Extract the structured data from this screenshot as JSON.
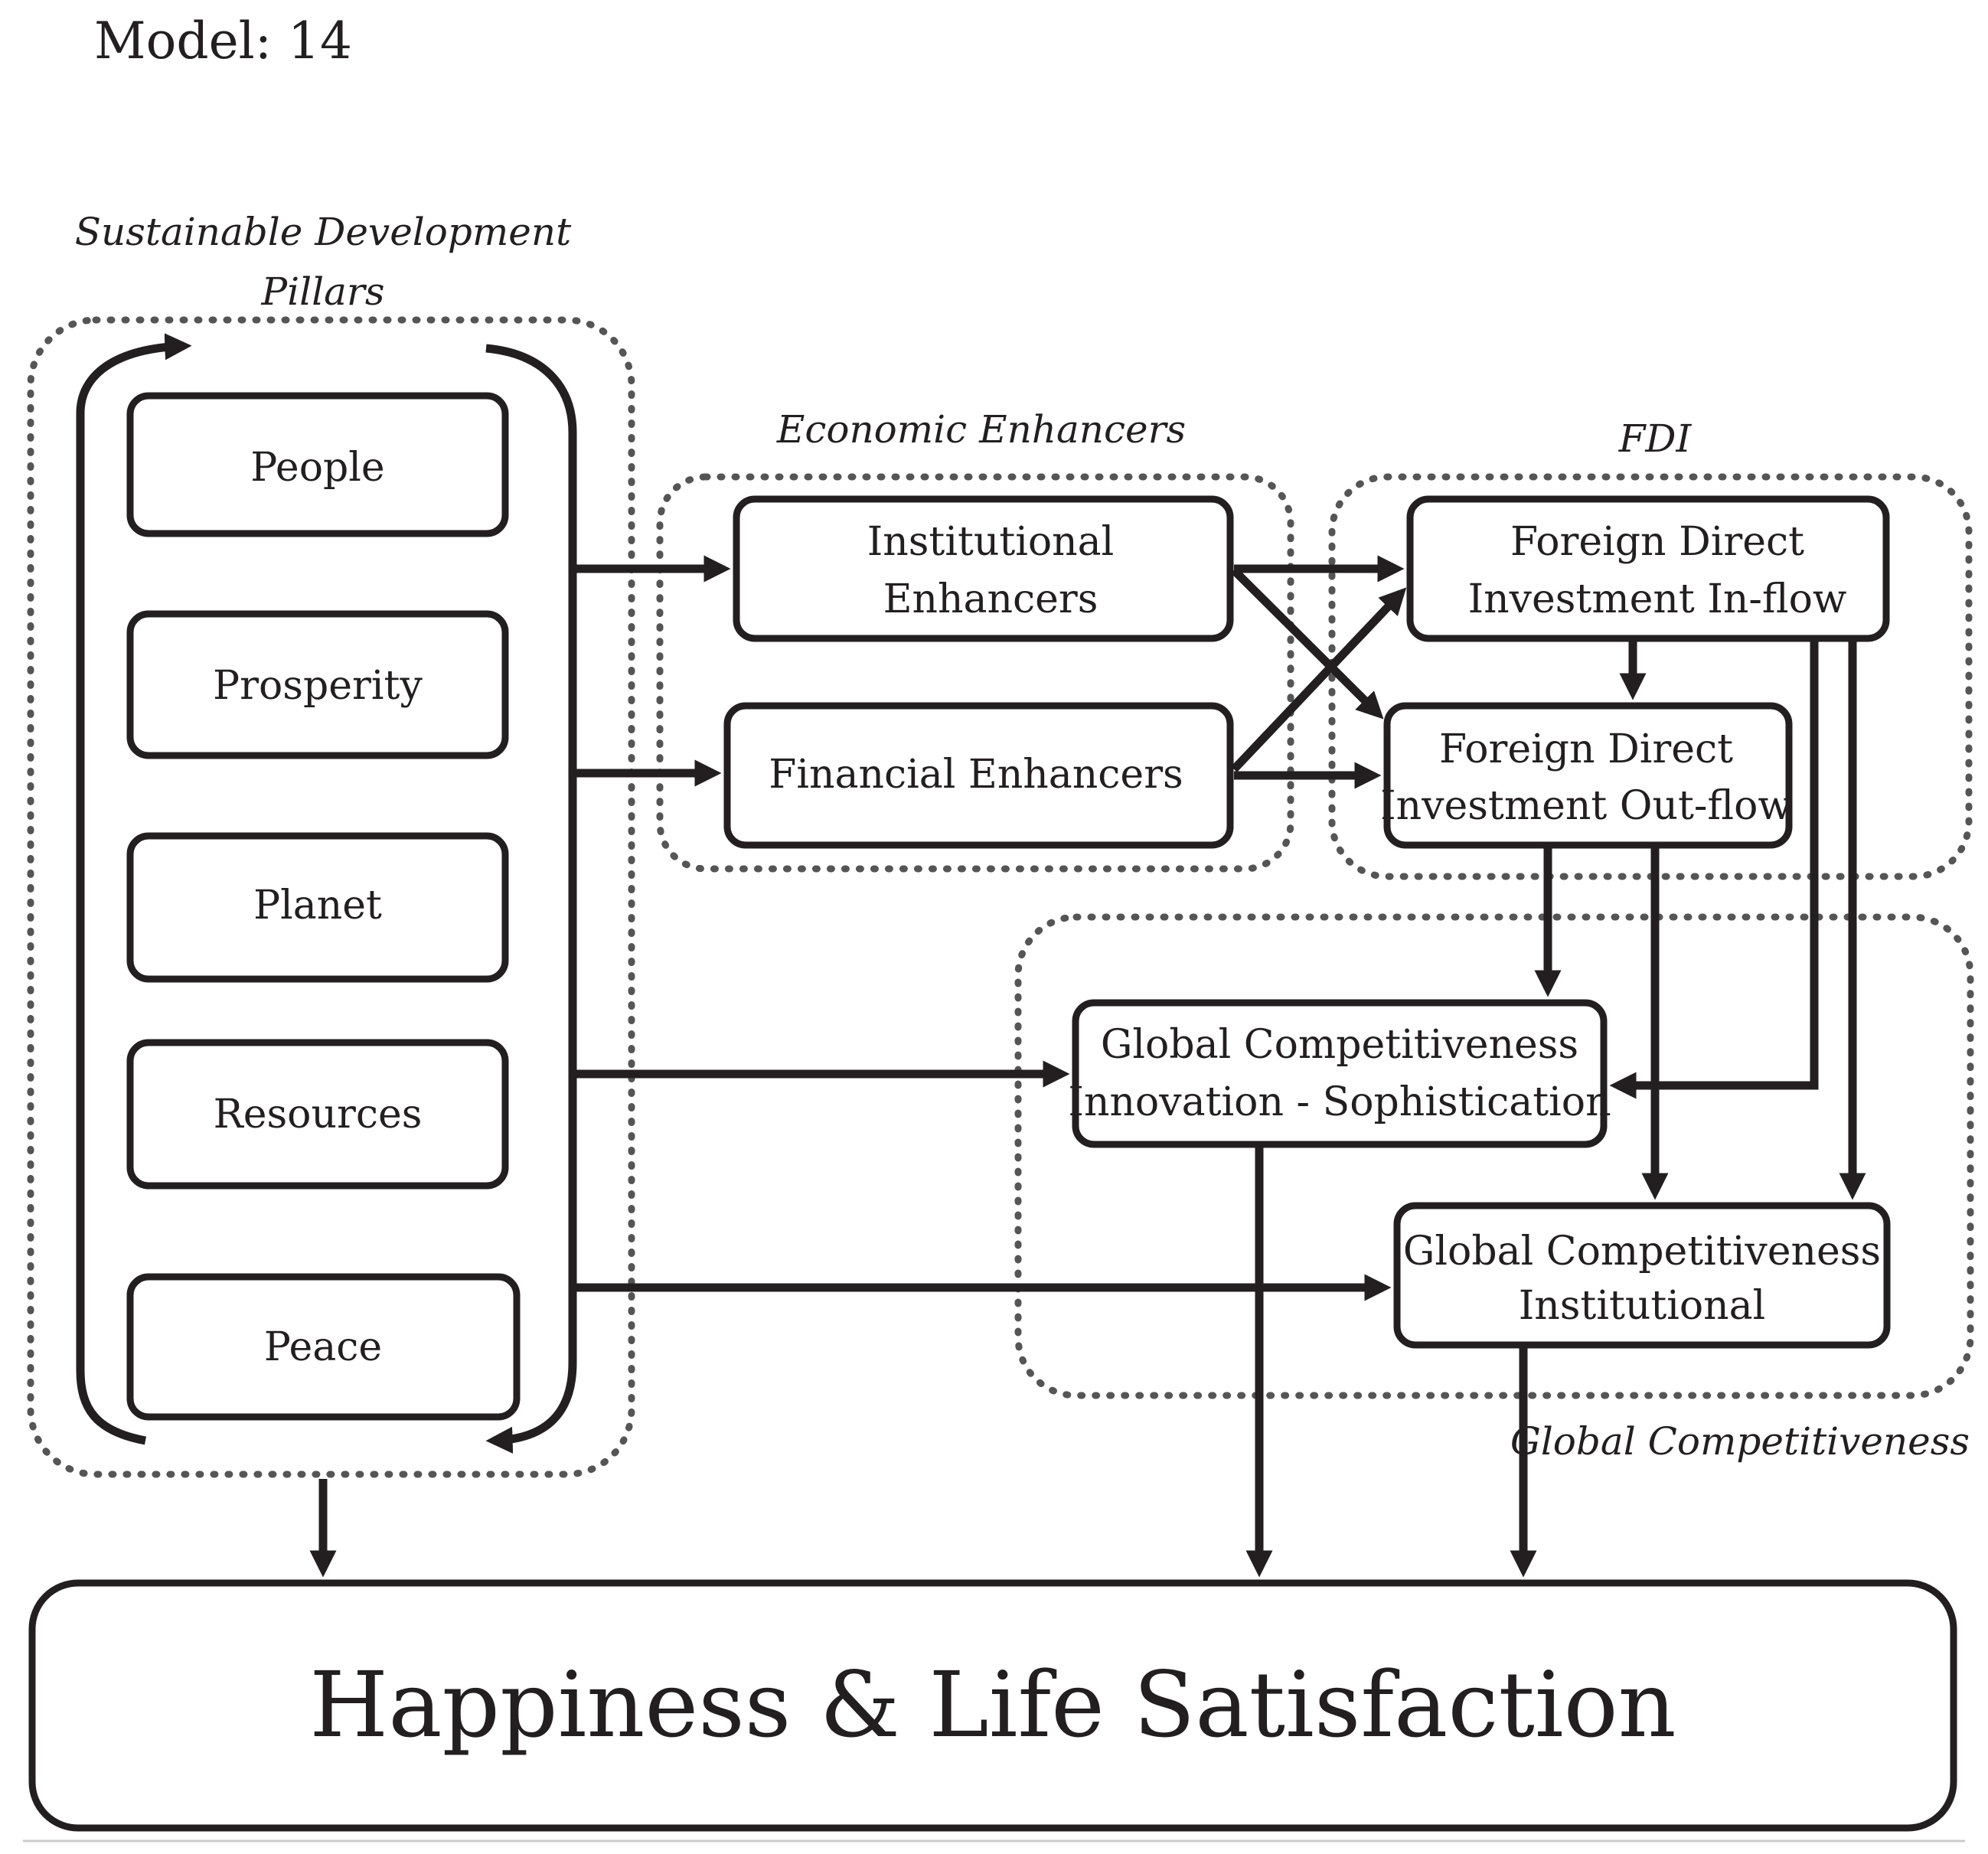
{
  "model_label": "Model: 14",
  "groups": {
    "pillars_line1": "Sustainable Development",
    "pillars_line2": "Pillars",
    "economic": "Economic Enhancers",
    "fdi": "FDI",
    "global": "Global Competitiveness"
  },
  "pillars": [
    "People",
    "Prosperity",
    "Planet",
    "Resources",
    "Peace"
  ],
  "enhancers": {
    "institutional": [
      "Institutional",
      "Enhancers"
    ],
    "financial": "Financial Enhancers"
  },
  "fdi": {
    "inflow": [
      "Foreign Direct",
      "Investment  In-flow"
    ],
    "outflow": [
      "Foreign Direct",
      "Investment Out-flow"
    ]
  },
  "competitiveness": {
    "innovation": [
      "Global Competitiveness",
      "Innovation - Sophistication"
    ],
    "institutional": [
      "Global Competitiveness",
      "Institutional"
    ]
  },
  "outcome": "Happiness & Life Satisfaction",
  "colors": {
    "ink": "#231f20",
    "dotted_border": "#555555",
    "background": "#ffffff"
  }
}
